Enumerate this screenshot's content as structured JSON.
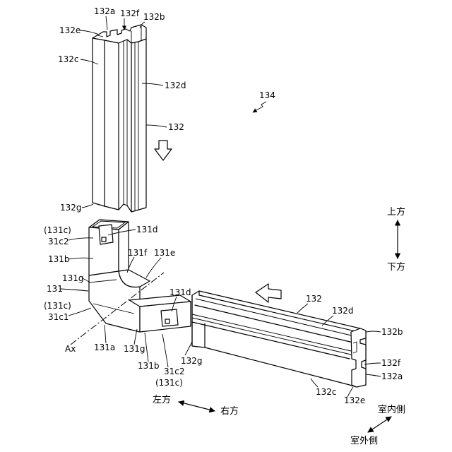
{
  "figure": {
    "assembly_ref": "134",
    "vertical_profile": {
      "a": "132a",
      "f": "132f",
      "b": "132b",
      "e": "132e",
      "c": "132c",
      "d": "132d",
      "main": "132",
      "g": "132g"
    },
    "connector": {
      "paren_c_upper": "(131c)",
      "c2_upper": "31c2",
      "d_upper": "131d",
      "b_upper": "131b",
      "f": "131f",
      "e": "131e",
      "g_upper": "131g",
      "main": "131",
      "paren_c_middle": "(131c)",
      "c1": "31c1",
      "d_lower": "131d",
      "axis": "Ax",
      "a": "131a",
      "g_lower": "131g",
      "b_lower": "131b",
      "c2_lower": "31c2",
      "paren_c_lower": "(131c)"
    },
    "horizontal_profile": {
      "main": "132",
      "d": "132d",
      "b": "132b",
      "f": "132f",
      "a": "132a",
      "c": "132c",
      "e": "132e",
      "g": "132g"
    },
    "directions": {
      "up": "上方",
      "down": "下方",
      "left": "左方",
      "right": "右方",
      "indoor": "室内側",
      "outdoor": "室外側"
    }
  },
  "colors": {
    "line": "#000000",
    "background": "#ffffff"
  }
}
